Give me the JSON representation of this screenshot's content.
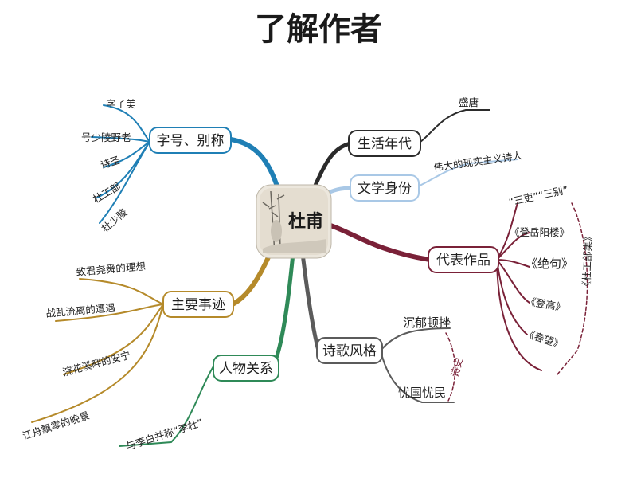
{
  "title": "了解作者",
  "center": {
    "label": "杜甫"
  },
  "colors": {
    "zihao": "#1f7fb5",
    "shenghuo": "#2b2b2b",
    "wenxue": "#a9c8e6",
    "daibiao": "#7a2138",
    "shige": "#5b5b5b",
    "renwu": "#2f8a58",
    "zhuyao": "#b58a2a"
  },
  "branches": {
    "zihao": {
      "label": "字号、别称",
      "leaves": [
        "字子美",
        "号少陵野老",
        "诗圣",
        "杜工部",
        "杜少陵"
      ]
    },
    "shenghuo": {
      "label": "生活年代",
      "leaves": [
        "盛唐"
      ]
    },
    "wenxue": {
      "label": "文学身份",
      "leaves": [
        "伟大的现实主义诗人"
      ]
    },
    "daibiao": {
      "label": "代表作品",
      "leaves": [
        "“三吏”“三别”",
        "《登岳阳楼》",
        "《绝句》",
        "《登高》",
        "《春望》"
      ],
      "group_label": "《杜工部集》"
    },
    "shige": {
      "label": "诗歌风格",
      "leaves": [
        "沉郁顿挫",
        "忧国忧民"
      ],
      "group_label": "诗史"
    },
    "renwu": {
      "label": "人物关系",
      "leaves": [
        "与李白并称“李杜”"
      ]
    },
    "zhuyao": {
      "label": "主要事迹",
      "leaves": [
        "致君尧舜的理想",
        "战乱流离的遭遇",
        "浣花溪畔的安宁",
        "江舟飘零的晚景"
      ]
    }
  }
}
